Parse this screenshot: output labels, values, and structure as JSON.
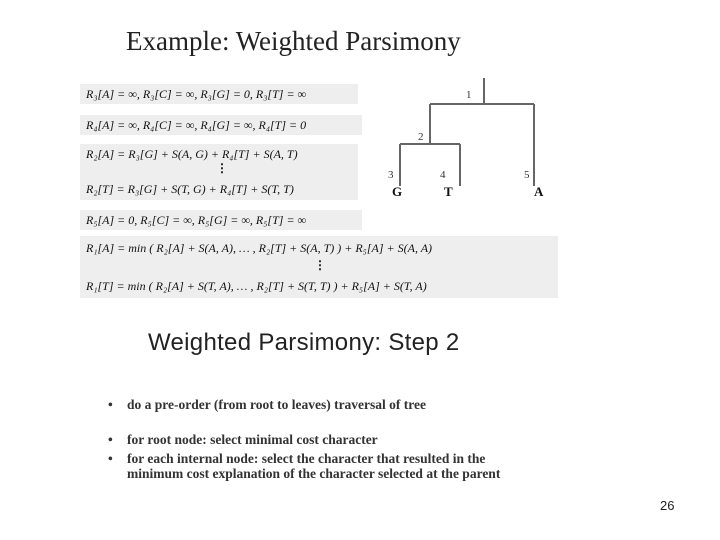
{
  "slide_title": "Example: Weighted Parsimony",
  "equations": [
    "R₃[A] = ∞, R₃[C] = ∞, R₃[G] = 0, R₃[T] = ∞",
    "R₄[A] = ∞, R₄[C] = ∞, R₄[G] = ∞, R₄[T] = 0",
    "R₂[A] = R₃[G] + S(A, G) + R₄[T] + S(A, T)",
    "R₂[T] = R₃[G] + S(T, G) + R₄[T] + S(T, T)",
    "R₅[A] = 0, R₅[C] = ∞, R₅[G] = ∞, R₅[T] = ∞",
    "R₁[A] = min ( R₂[A] + S(A, A),   … ,   R₂[T] + S(A, T) )  +  R₅[A] + S(A, A)",
    "R₁[T] = min ( R₂[A] + S(T, A),   … ,   R₂[T] + S(T, T) )  +  R₅[A] + S(T, A)"
  ],
  "ellipsis": "⋮",
  "tree": {
    "node_labels": [
      "1",
      "2",
      "3",
      "4",
      "5"
    ],
    "leaf_labels": [
      "G",
      "T",
      "A"
    ]
  },
  "section_title": "Weighted Parsimony: Step 2",
  "bullet_mark": "•",
  "bullets": [
    "do a pre-order (from root to leaves) traversal of tree",
    "for root node: select minimal cost character",
    "for each internal node: select the character that resulted in the minimum cost explanation of the character selected at the parent"
  ],
  "page_number": "26"
}
